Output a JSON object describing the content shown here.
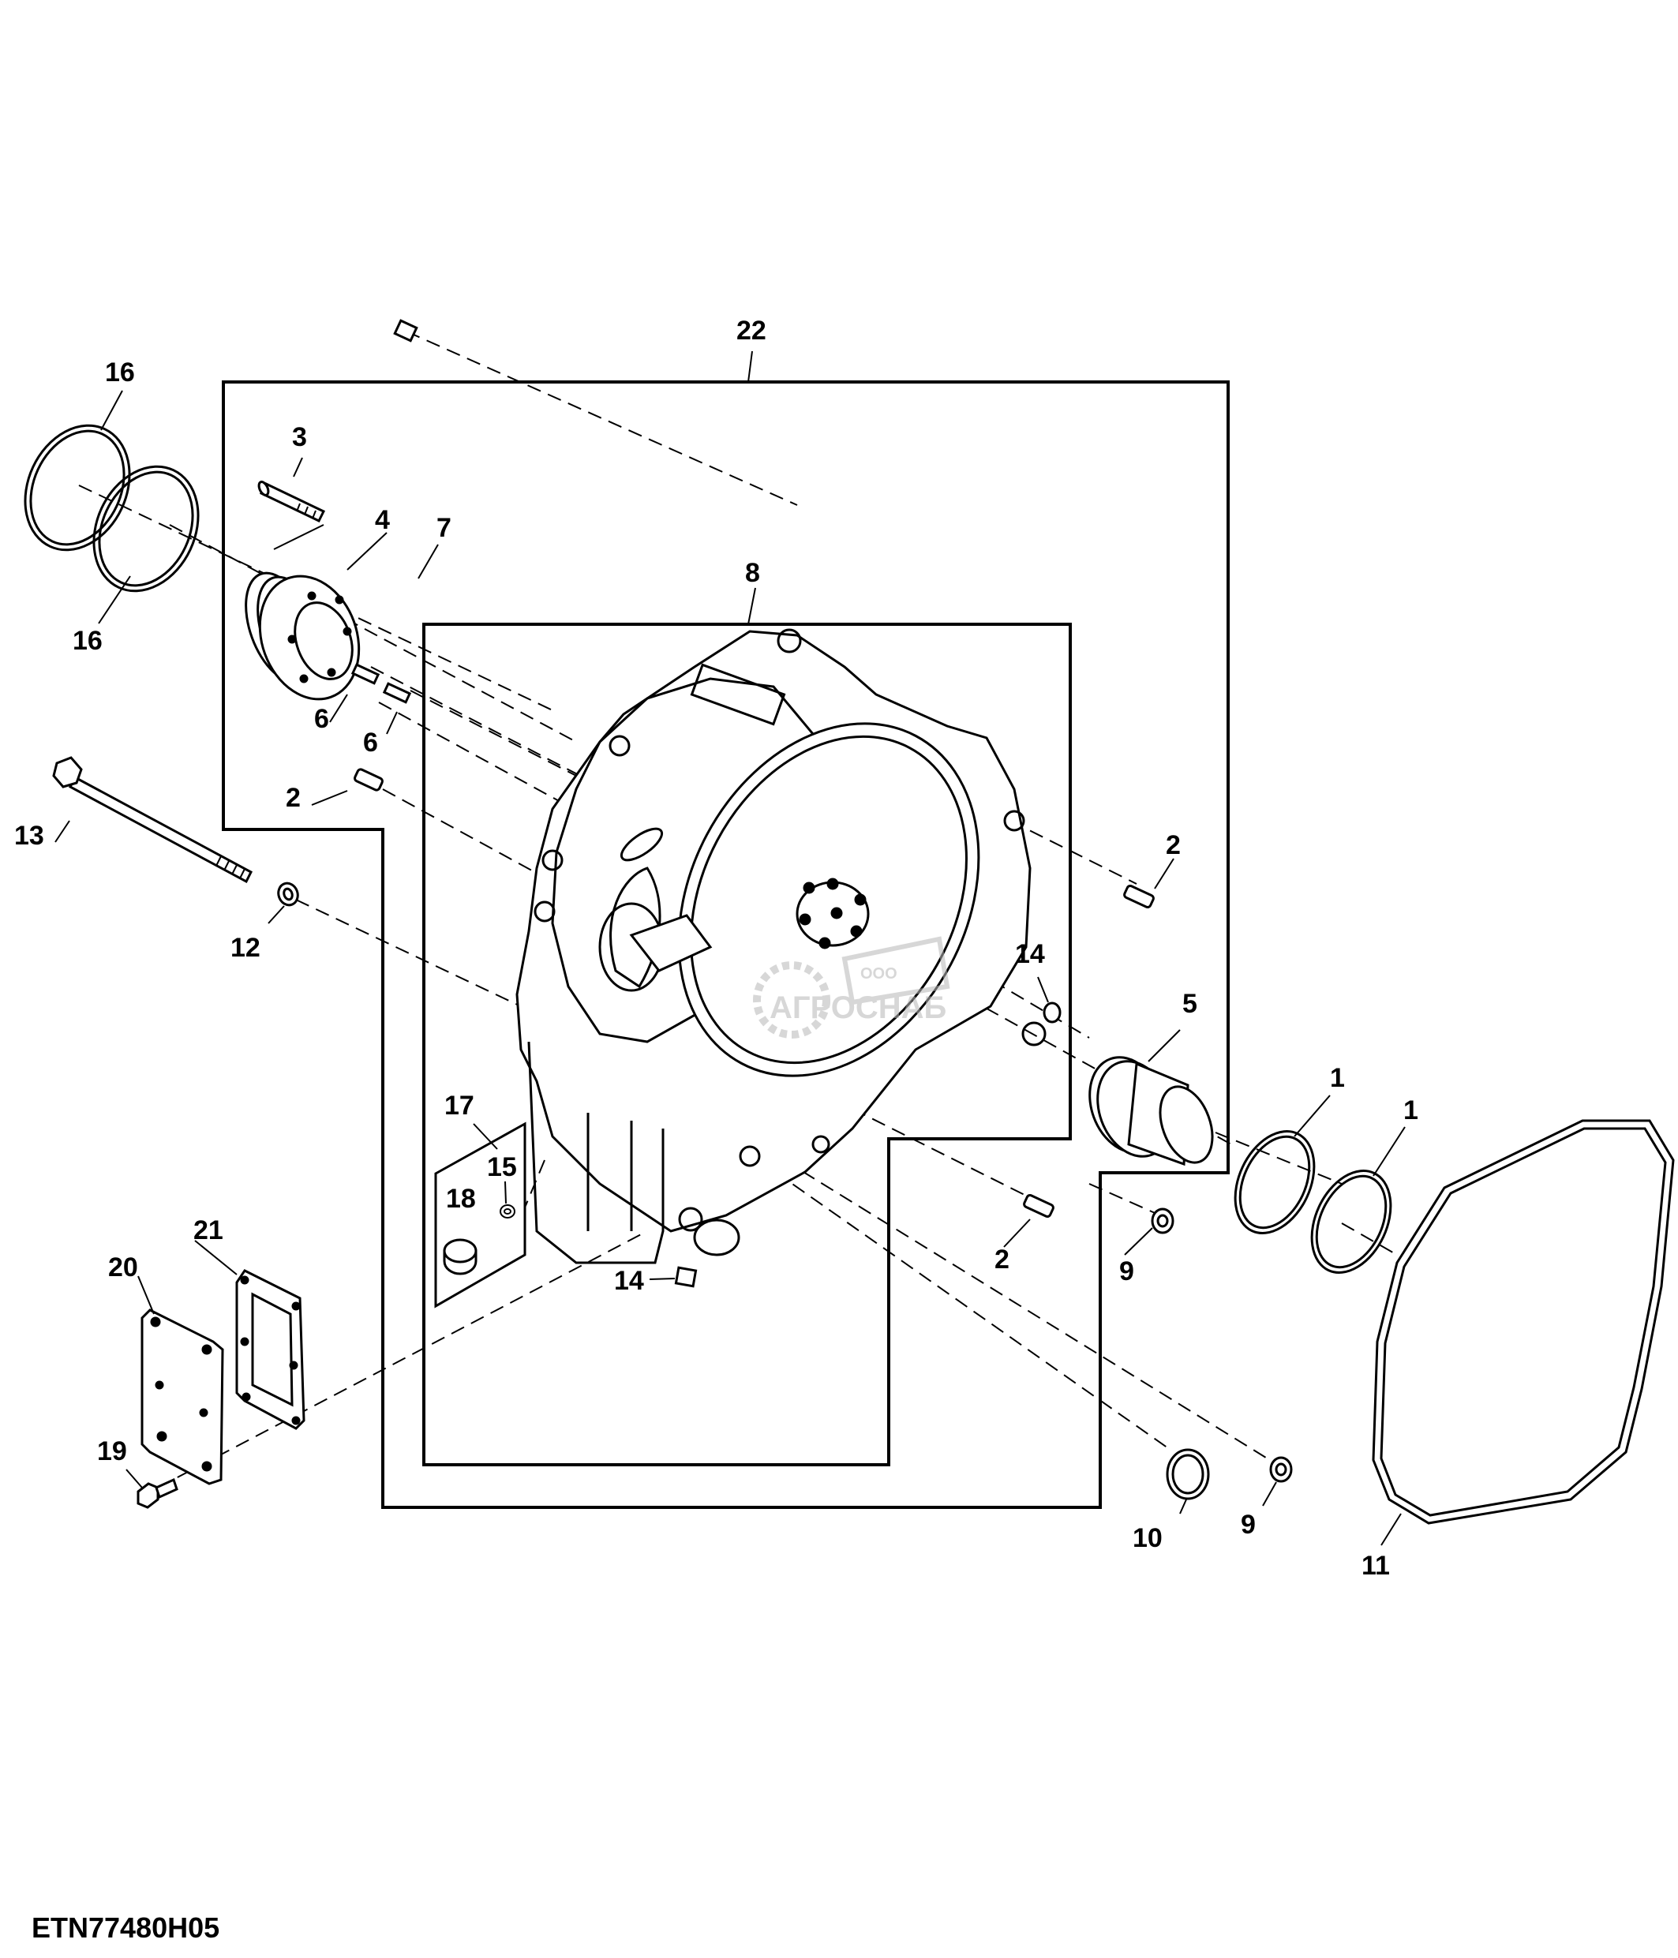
{
  "drawing_id": "ETN77480H05",
  "watermark": {
    "line1": "ООО",
    "line2": "АГРОСНАБ"
  },
  "callouts": {
    "c1a": "1",
    "c1b": "1",
    "c2a": "2",
    "c2b": "2",
    "c2c": "2",
    "c3": "3",
    "c4": "4",
    "c5": "5",
    "c6a": "6",
    "c6b": "6",
    "c7": "7",
    "c8": "8",
    "c9a": "9",
    "c9b": "9",
    "c10": "10",
    "c11": "11",
    "c12": "12",
    "c13": "13",
    "c14a": "14",
    "c14b": "14",
    "c15": "15",
    "c16a": "16",
    "c16b": "16",
    "c17": "17",
    "c18": "18",
    "c19": "19",
    "c20": "20",
    "c21": "21",
    "c22": "22"
  },
  "colors": {
    "line": "#000000",
    "background": "#ffffff",
    "watermark": "#b8b8b8"
  }
}
